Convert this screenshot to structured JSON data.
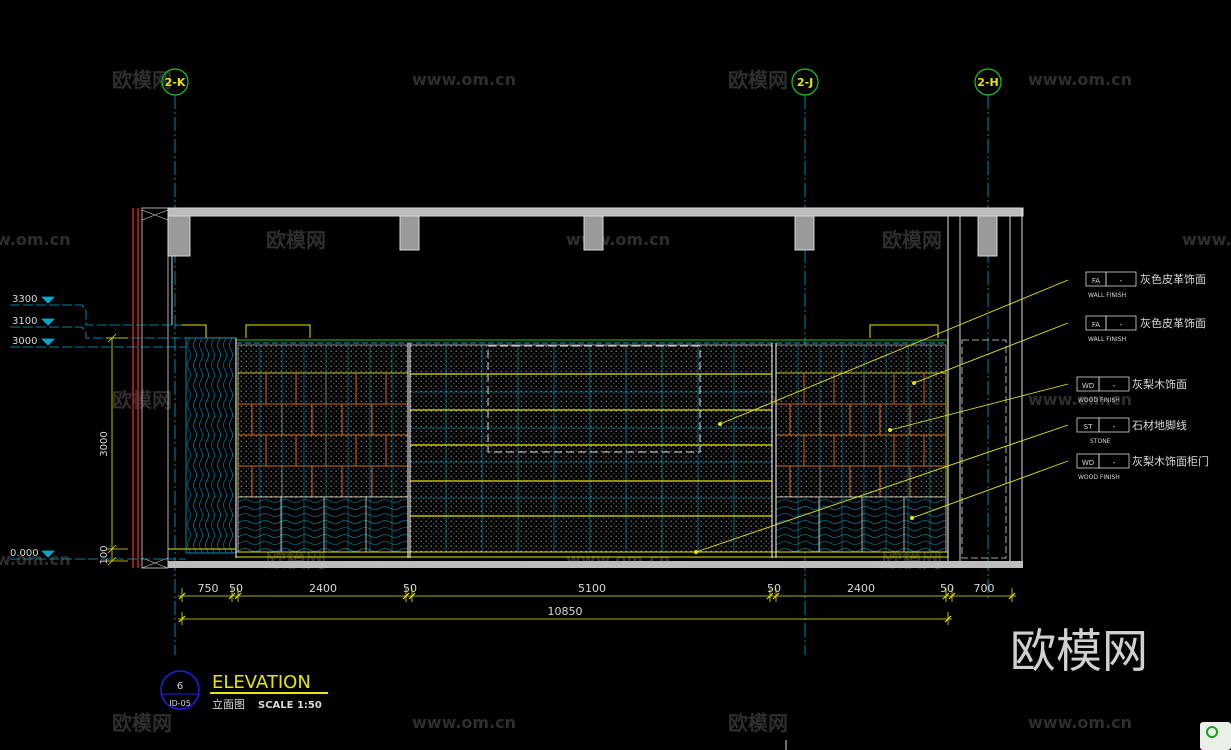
{
  "watermarks": {
    "brand": "欧模网",
    "url": "www.om.cn",
    "url_partial": "w.om.cn",
    "big_brand": "欧模网"
  },
  "grid_labels": {
    "left": "2-K",
    "middle": "2-J",
    "right": "2-H"
  },
  "levels": {
    "top": "3300",
    "mid": "3100",
    "low": "3000",
    "zero": "0.000"
  },
  "vertical_dims": {
    "height": "3000",
    "base": "100"
  },
  "dims": {
    "seg_750": "750",
    "seg_50_a": "50",
    "seg_2400_a": "2400",
    "seg_50_b": "50",
    "seg_5100": "5100",
    "seg_50_c": "50",
    "seg_2400_b": "2400",
    "seg_50_d": "50",
    "seg_700": "700",
    "total": "10850"
  },
  "legend": [
    {
      "code": "FA",
      "dash": "-",
      "sub": "WALL FINISH",
      "text": "灰色皮革饰面"
    },
    {
      "code": "FA",
      "dash": "-",
      "sub": "WALL FINISH",
      "text": "灰色皮革饰面"
    },
    {
      "code": "WD",
      "dash": "-",
      "sub": "WOOD FINISH",
      "text": "灰梨木饰面"
    },
    {
      "code": "ST",
      "dash": "-",
      "sub": "STONE",
      "text": "石材地脚线"
    },
    {
      "code": "WD",
      "dash": "-",
      "sub": "WOOD FINISH",
      "text": "灰梨木饰面柜门"
    }
  ],
  "title_block": {
    "number": "6",
    "sheet": "ID-05",
    "title": "ELEVATION",
    "subtitle": "立面图",
    "scale": "SCALE 1:50"
  },
  "colors": {
    "background": "#000000",
    "cad_white": "#d8d8d8",
    "cad_cyan": "#00a8d0",
    "cad_yellow": "#e6e600",
    "cad_green": "#19c619",
    "cad_red": "#d02020",
    "cad_orange": "#d06a18",
    "watermark": "#2e2e2e"
  }
}
